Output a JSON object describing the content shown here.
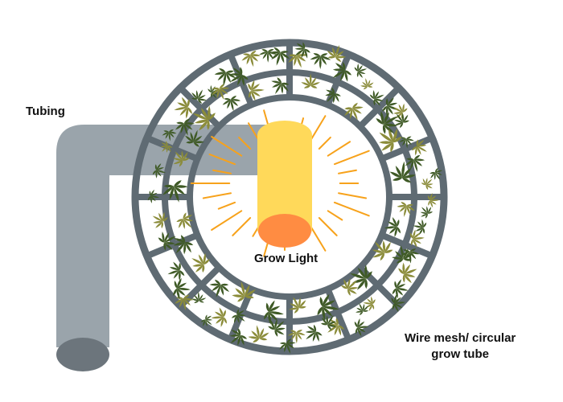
{
  "labels": {
    "tubing": "Tubing",
    "grow_light": "Grow Light",
    "mesh_line1": "Wire mesh/ circular",
    "mesh_line2": "grow tube"
  },
  "colors": {
    "mesh": "#5f6b73",
    "tubing": "#9aa4ab",
    "tubing_end": "#6c757c",
    "light_body": "#ffd95a",
    "light_base": "#ff8c42",
    "rays": "#f7a21b",
    "plant_dark": "#3f5a26",
    "plant_light": "#8b8c3a"
  },
  "icons": {
    "tubing": "tubing-pipe-icon",
    "grow_light": "grow-light-cylinder-icon",
    "mesh": "circular-wire-mesh-icon",
    "plants": "cannabis-plant-icon"
  }
}
